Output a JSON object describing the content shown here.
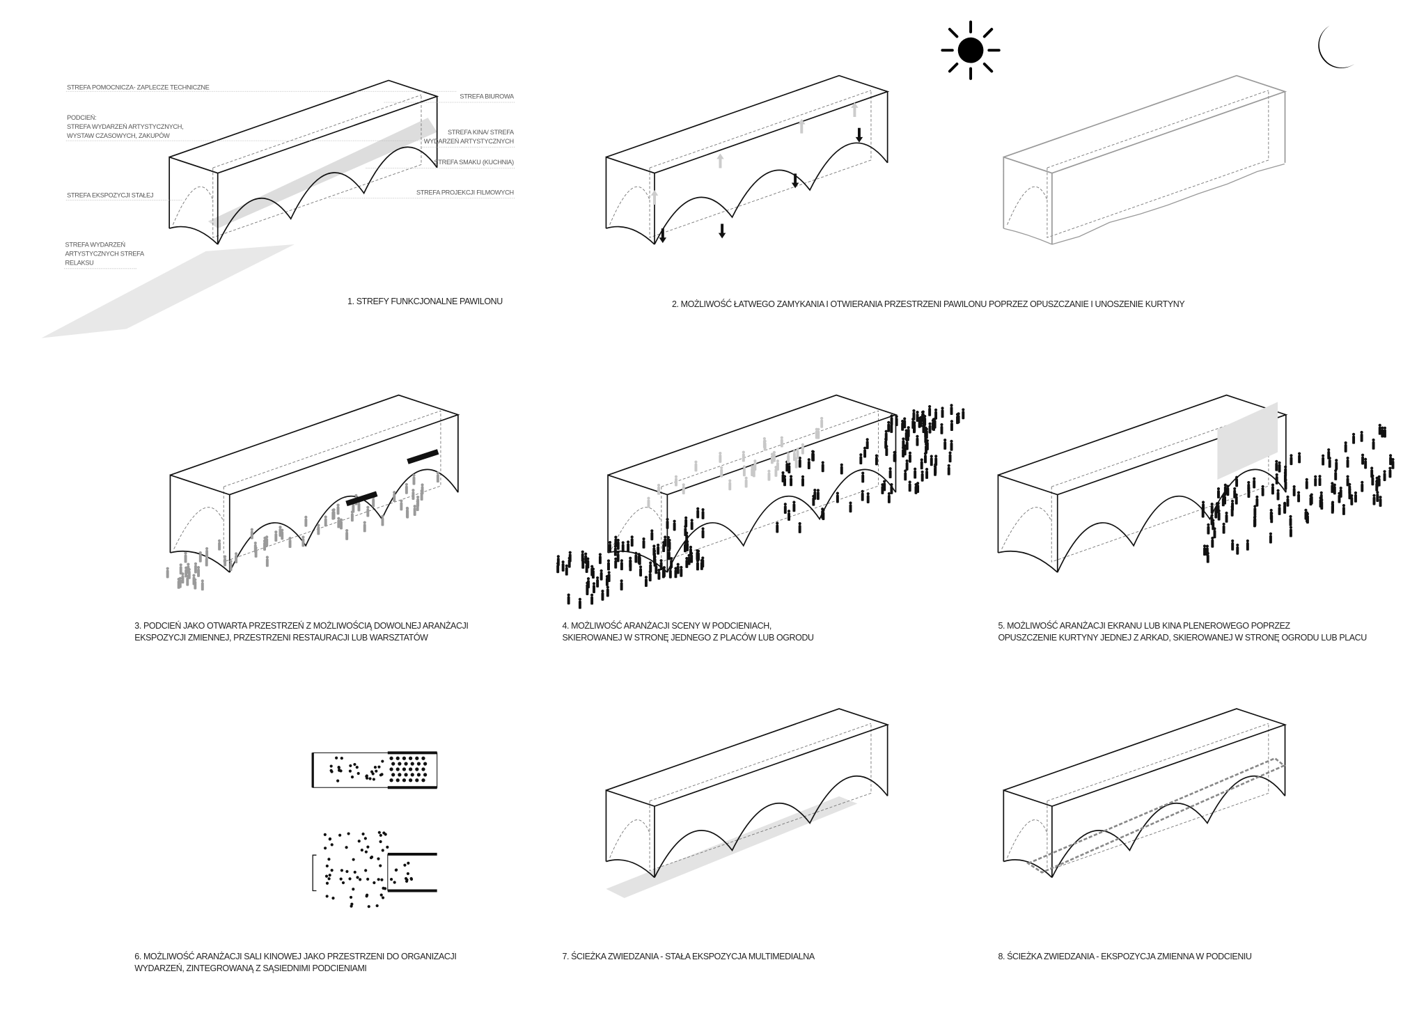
{
  "diagram1": {
    "caption": "1.  STREFY FUNKCJONALNE PAWILONU",
    "labels_left": [
      [
        "STREFA POMOCNICZA- ZAPLECZE TECHNICZNE"
      ],
      [
        "PODCIEŃ:",
        "STREFA WYDARZEŃ ARTYSTYCZNYCH,",
        "WYSTAW CZASOWYCH, ZAKUPÓW"
      ],
      [
        "STREFA EKSPOZYCJI STAŁEJ"
      ],
      [
        "STREFA WYDARZEŃ",
        "ARTYSTYCZNYCH STREFA",
        "RELAKSU"
      ]
    ],
    "labels_right": [
      [
        "STREFA BIUROWA"
      ],
      [
        "STREFA KINA/ STREFA",
        "WYDARZEŃ ARTYSTYCZNYCH"
      ],
      [
        "STREFA SMAKU (KUCHNIA)"
      ],
      [
        "STREFA PROJEKCJI FILMOWYCH"
      ]
    ]
  },
  "diagram2": {
    "caption": "2.  MOŻLIWOŚĆ ŁATWEGO ZAMYKANIA I OTWIERANIA PRZESTRZENI PAWILONU POPRZEZ OPUSZCZANIE I UNOSZENIE KURTYNY",
    "icons": [
      "sun-icon",
      "moon-icon"
    ]
  },
  "diagram3": {
    "caption": [
      "3.  PODCIEŃ JAKO OTWARTA PRZESTRZEŃ Z MOŻLIWOŚCIĄ  DOWOLNEJ ARANŻACJI",
      "EKSPOZYCJI ZMIENNEJ, PRZESTRZENI RESTAURACJI LUB WARSZTATÓW"
    ]
  },
  "diagram4": {
    "caption": [
      "4.  MOŻLIWOŚĆ ARANŻACJI SCENY W  PODCIENIACH,",
      "SKIEROWANEJ W STRONĘ JEDNEGO Z PLACÓW LUB OGRODU"
    ]
  },
  "diagram5": {
    "caption": [
      "5.  MOŻLIWOŚĆ ARANŻACJI EKRANU LUB KINA PLENEROWEGO POPRZEZ",
      "OPUSZCZENIE KURTYNY JEDNEJ Z ARKAD, SKIEROWANEJ W STRONĘ OGRODU LUB PLACU"
    ]
  },
  "diagram6": {
    "caption": [
      "6.  MOŻLIWOŚĆ ARANŻACJI  SALI KINOWEJ JAKO PRZESTRZENI DO ORGANIZACJI",
      "WYDARZEŃ, ZINTEGROWANĄ Z SĄSIEDNIMI PODCIENIAMI"
    ]
  },
  "diagram7": {
    "caption": "7.  ŚCIEŻKA ZWIEDZANIA - STAŁA EKSPOZYCJA MULTIMEDIALNA"
  },
  "diagram8": {
    "caption": "8.  ŚCIEŻKA ZWIEDZANIA - EKSPOZYCJA ZMIENNA W PODCIENIU"
  },
  "colors": {
    "ink": "#111111",
    "shade": "#e6e6e6",
    "grey_people": "#9a9a9a"
  }
}
